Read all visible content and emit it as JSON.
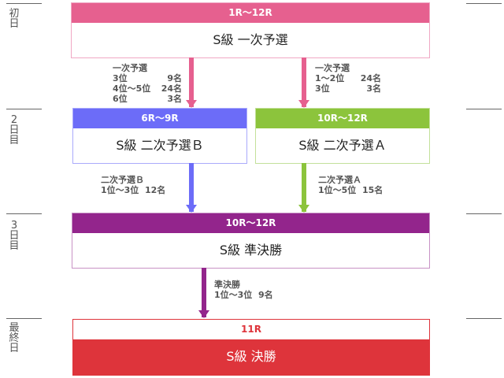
{
  "days": [
    "初日",
    "2日目",
    "3日目",
    "最終日"
  ],
  "colors": {
    "pink": "#e6608f",
    "blue": "#6c6cf8",
    "green": "#8cc43c",
    "purple": "#93258c",
    "red": "#de343b"
  },
  "stage1": {
    "races": "1R～12R",
    "title": "S級 一次予選"
  },
  "stage2b": {
    "races": "6R～9R",
    "title": "S級 二次予選Ｂ"
  },
  "stage2a": {
    "races": "10R～12R",
    "title": "S級 二次予選Ａ"
  },
  "stage3": {
    "races": "10R～12R",
    "title": "S級 準決勝"
  },
  "final": {
    "races": "11R",
    "title": "S級 決勝"
  },
  "note1b": {
    "head": "一次予選",
    "rows": [
      [
        "3位",
        "9名"
      ],
      [
        "4位～5位",
        "24名"
      ],
      [
        "6位",
        "3名"
      ]
    ]
  },
  "note1a": {
    "head": "一次予選",
    "rows": [
      [
        "1～2位",
        "24名"
      ],
      [
        "3位",
        "3名"
      ]
    ]
  },
  "note2b": {
    "head": "二次予選Ｂ",
    "line": "1位～3位  12名"
  },
  "note2a": {
    "head": "二次予選Ａ",
    "line": "1位～5位  15名"
  },
  "note3": {
    "head": "準決勝",
    "line": "1位～3位  9名"
  }
}
